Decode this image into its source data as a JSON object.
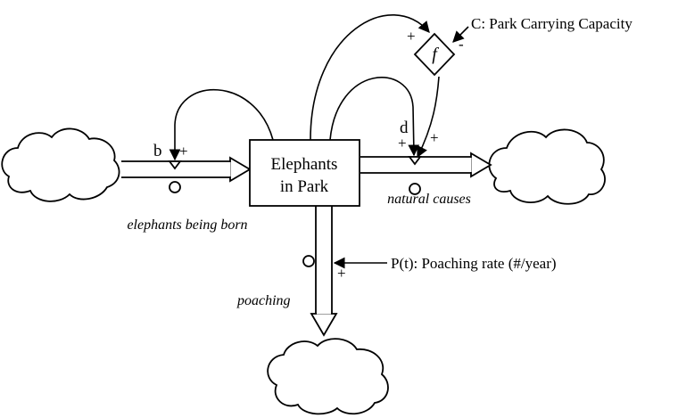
{
  "diagram": {
    "stock": {
      "line1": "Elephants",
      "line2": "in Park"
    },
    "flows": {
      "birth": {
        "label": "elephants being born",
        "param": "b"
      },
      "death": {
        "label": "natural causes",
        "param": "d"
      },
      "poaching": {
        "label": "poaching"
      }
    },
    "function": {
      "symbol": "f"
    },
    "parameters": {
      "capacity": "C: Park Carrying Capacity",
      "poaching_rate": "P(t): Poaching rate (#/year)"
    },
    "signs": {
      "plus": "+",
      "minus": "-"
    }
  }
}
